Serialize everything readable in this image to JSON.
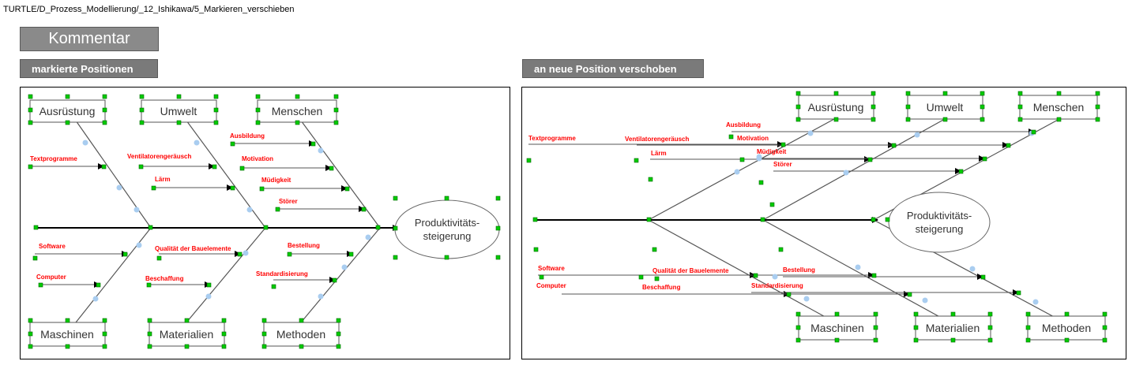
{
  "breadcrumb": "TURTLE/D_Prozess_Modellierung/_12_Ishikawa/5_Markieren_verschieben",
  "title": "Kommentar",
  "left_header": "markierte Positionen",
  "right_header": "an neue Position verschoben",
  "effect_line1": "Produktivitäts-",
  "effect_line2": "steigerung",
  "categories": [
    "Ausrüstung",
    "Umwelt",
    "Menschen",
    "Maschinen",
    "Materialien",
    "Methoden"
  ],
  "causes": {
    "textprogramme": "Textprogramme",
    "ventilator": "Ventilatorengeräusch",
    "laerm": "Lärm",
    "ausbildung": "Ausbildung",
    "motivation": "Motivation",
    "muedigkeit": "Müdigkeit",
    "stoerer": "Störer",
    "software": "Software",
    "computer": "Computer",
    "qualitaet": "Qualität der Bauelemente",
    "beschaffung": "Beschaffung",
    "bestellung": "Bestellung",
    "standardisierung": "Standardisierung"
  },
  "colors": {
    "cause_label": "#ff0000",
    "handle": "#00cc00",
    "header_bg": "#7a7a7a",
    "title_bg": "#8a8a8a"
  }
}
